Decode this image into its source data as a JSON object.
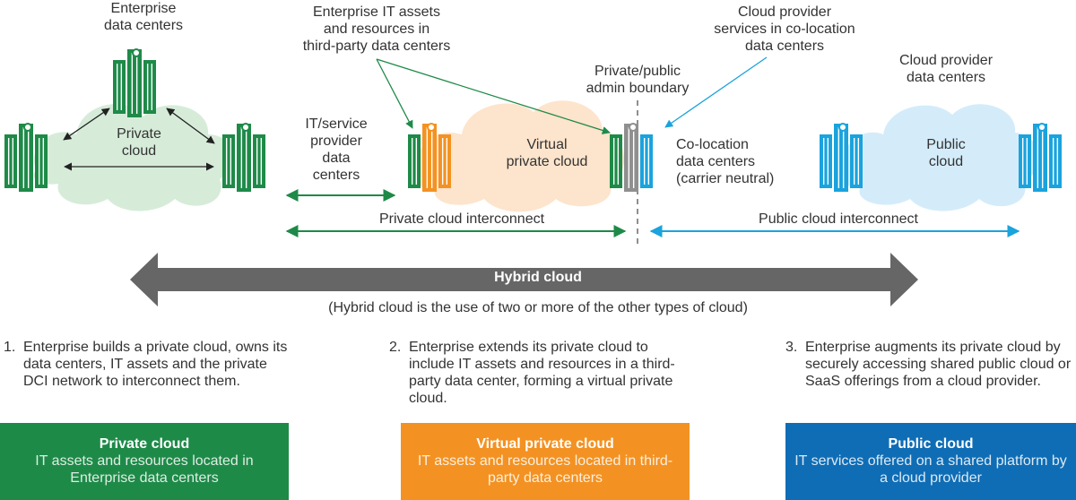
{
  "colors": {
    "green": "#1e8a48",
    "green_light": "#d6ecd9",
    "orange": "#f39222",
    "orange_light": "#fde4cc",
    "blue": "#1aa3dd",
    "blue_light": "#d4ecfa",
    "gray": "#8f8f8f",
    "navy": "#0f6db5"
  },
  "labels": {
    "enterprise_dc": "Enterprise\ndata centers",
    "private_cloud": "Private\ncloud",
    "enterprise_it_assets": "Enterprise IT assets\nand resources in\nthird-party data centers",
    "it_service_provider": "IT/service\nprovider\ndata\ncenters",
    "virtual_private_cloud": "Virtual\nprivate cloud",
    "admin_boundary": "Private/public\nadmin boundary",
    "cloud_provider_services": "Cloud provider\nservices in co-location\ndata centers",
    "colocation": "Co-location\ndata centers\n(carrier neutral)",
    "cloud_provider_dc": "Cloud provider\ndata centers",
    "public_cloud": "Public\ncloud",
    "private_interconnect": "Private cloud interconnect",
    "public_interconnect": "Public cloud interconnect",
    "hybrid_cloud": "Hybrid cloud",
    "hybrid_note": "(Hybrid cloud is the use of two or more of the other types of cloud)"
  },
  "steps": [
    {
      "num": "1.",
      "text": "Enterprise builds a private cloud, owns its data centers, IT assets and the private DCI network to interconnect them."
    },
    {
      "num": "2.",
      "text": "Enterprise extends its private cloud to include IT assets and resources in a third-party data center, forming a virtual private cloud."
    },
    {
      "num": "3.",
      "text": "Enterprise augments its private cloud by securely accessing shared public cloud or SaaS offerings from a cloud provider."
    }
  ],
  "boxes": [
    {
      "title": "Private cloud",
      "desc": "IT assets and resources located in Enterprise data centers"
    },
    {
      "title": "Virtual private cloud",
      "desc": "IT assets and resources located in third-party data centers"
    },
    {
      "title": "Public cloud",
      "desc": "IT services offered on a shared platform by a cloud provider"
    }
  ]
}
